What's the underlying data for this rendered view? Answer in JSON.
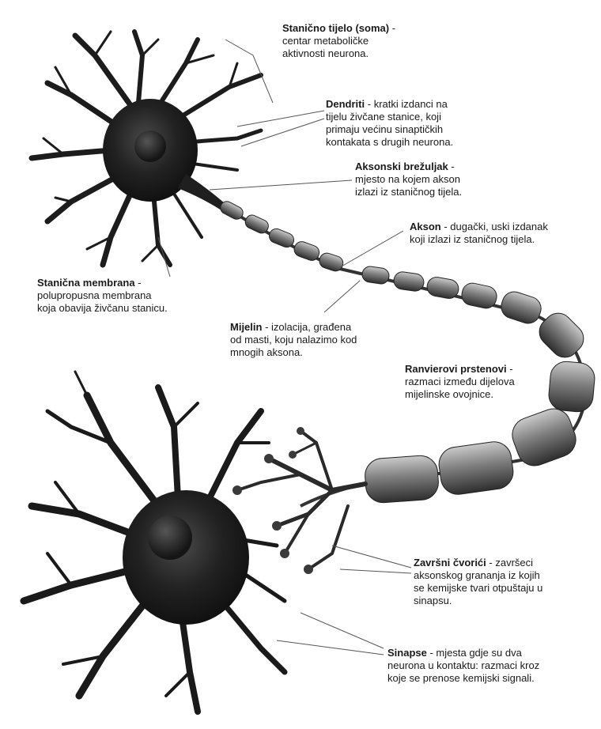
{
  "labels": {
    "soma": {
      "term": "Stanično tijelo (soma)",
      "sep": " - ",
      "l1": "centar metaboličke",
      "l2": "aktivnosti neurona."
    },
    "dendriti": {
      "term": "Dendriti",
      "sep": " - ",
      "l1a": "kratki izdanci na",
      "l2": "tijelu živčane stanice, koji",
      "l3": "primaju većinu sinaptičkih",
      "l4": "kontakata s drugih neurona."
    },
    "brezuljak": {
      "term": "Aksonski brežuljak",
      "sep": " -",
      "l1": "mjesto na kojem akson",
      "l2": "izlazi iz staničnog tijela."
    },
    "akson": {
      "term": "Akson",
      "sep": " - ",
      "l1a": "dugački, uski  izdanak",
      "l2": "koji izlazi iz staničnog tijela."
    },
    "membrana": {
      "term": "Stanična membrana",
      "sep": " -",
      "l1": "polupropusna  membrana",
      "l2": "koja obavija živčanu stanicu."
    },
    "mijelin": {
      "term": "Mijelin",
      "sep": " - ",
      "l1a": "izolacija, građena",
      "l2": "od masti, koju nalazimo kod",
      "l3": "mnogih aksona."
    },
    "ranvier": {
      "term": "Ranvierovi prstenovi",
      "sep": " -",
      "l1": "razmaci između dijelova",
      "l2": "mijelinske ovojnice."
    },
    "cvorici": {
      "term": "Završni čvorići",
      "sep": " - ",
      "l1a": "završeci",
      "l2": "aksonskog grananja iz kojih",
      "l3": "se kemijske tvari otpuštaju u",
      "l4": "sinapsu."
    },
    "sinapse": {
      "term": "Sinapse",
      "sep": " - ",
      "l1a": "mjesta gdje su dva",
      "l2": "neurona u kontaktu: razmaci kroz",
      "l3": "koje se prenose kemijski signali."
    }
  },
  "colors": {
    "cell_dark": "#1b1b1b",
    "cell_mid": "#3a3a3a",
    "myelin": "#6f6f6f",
    "myelin_light": "#b5b5b5",
    "line": "#444444"
  }
}
